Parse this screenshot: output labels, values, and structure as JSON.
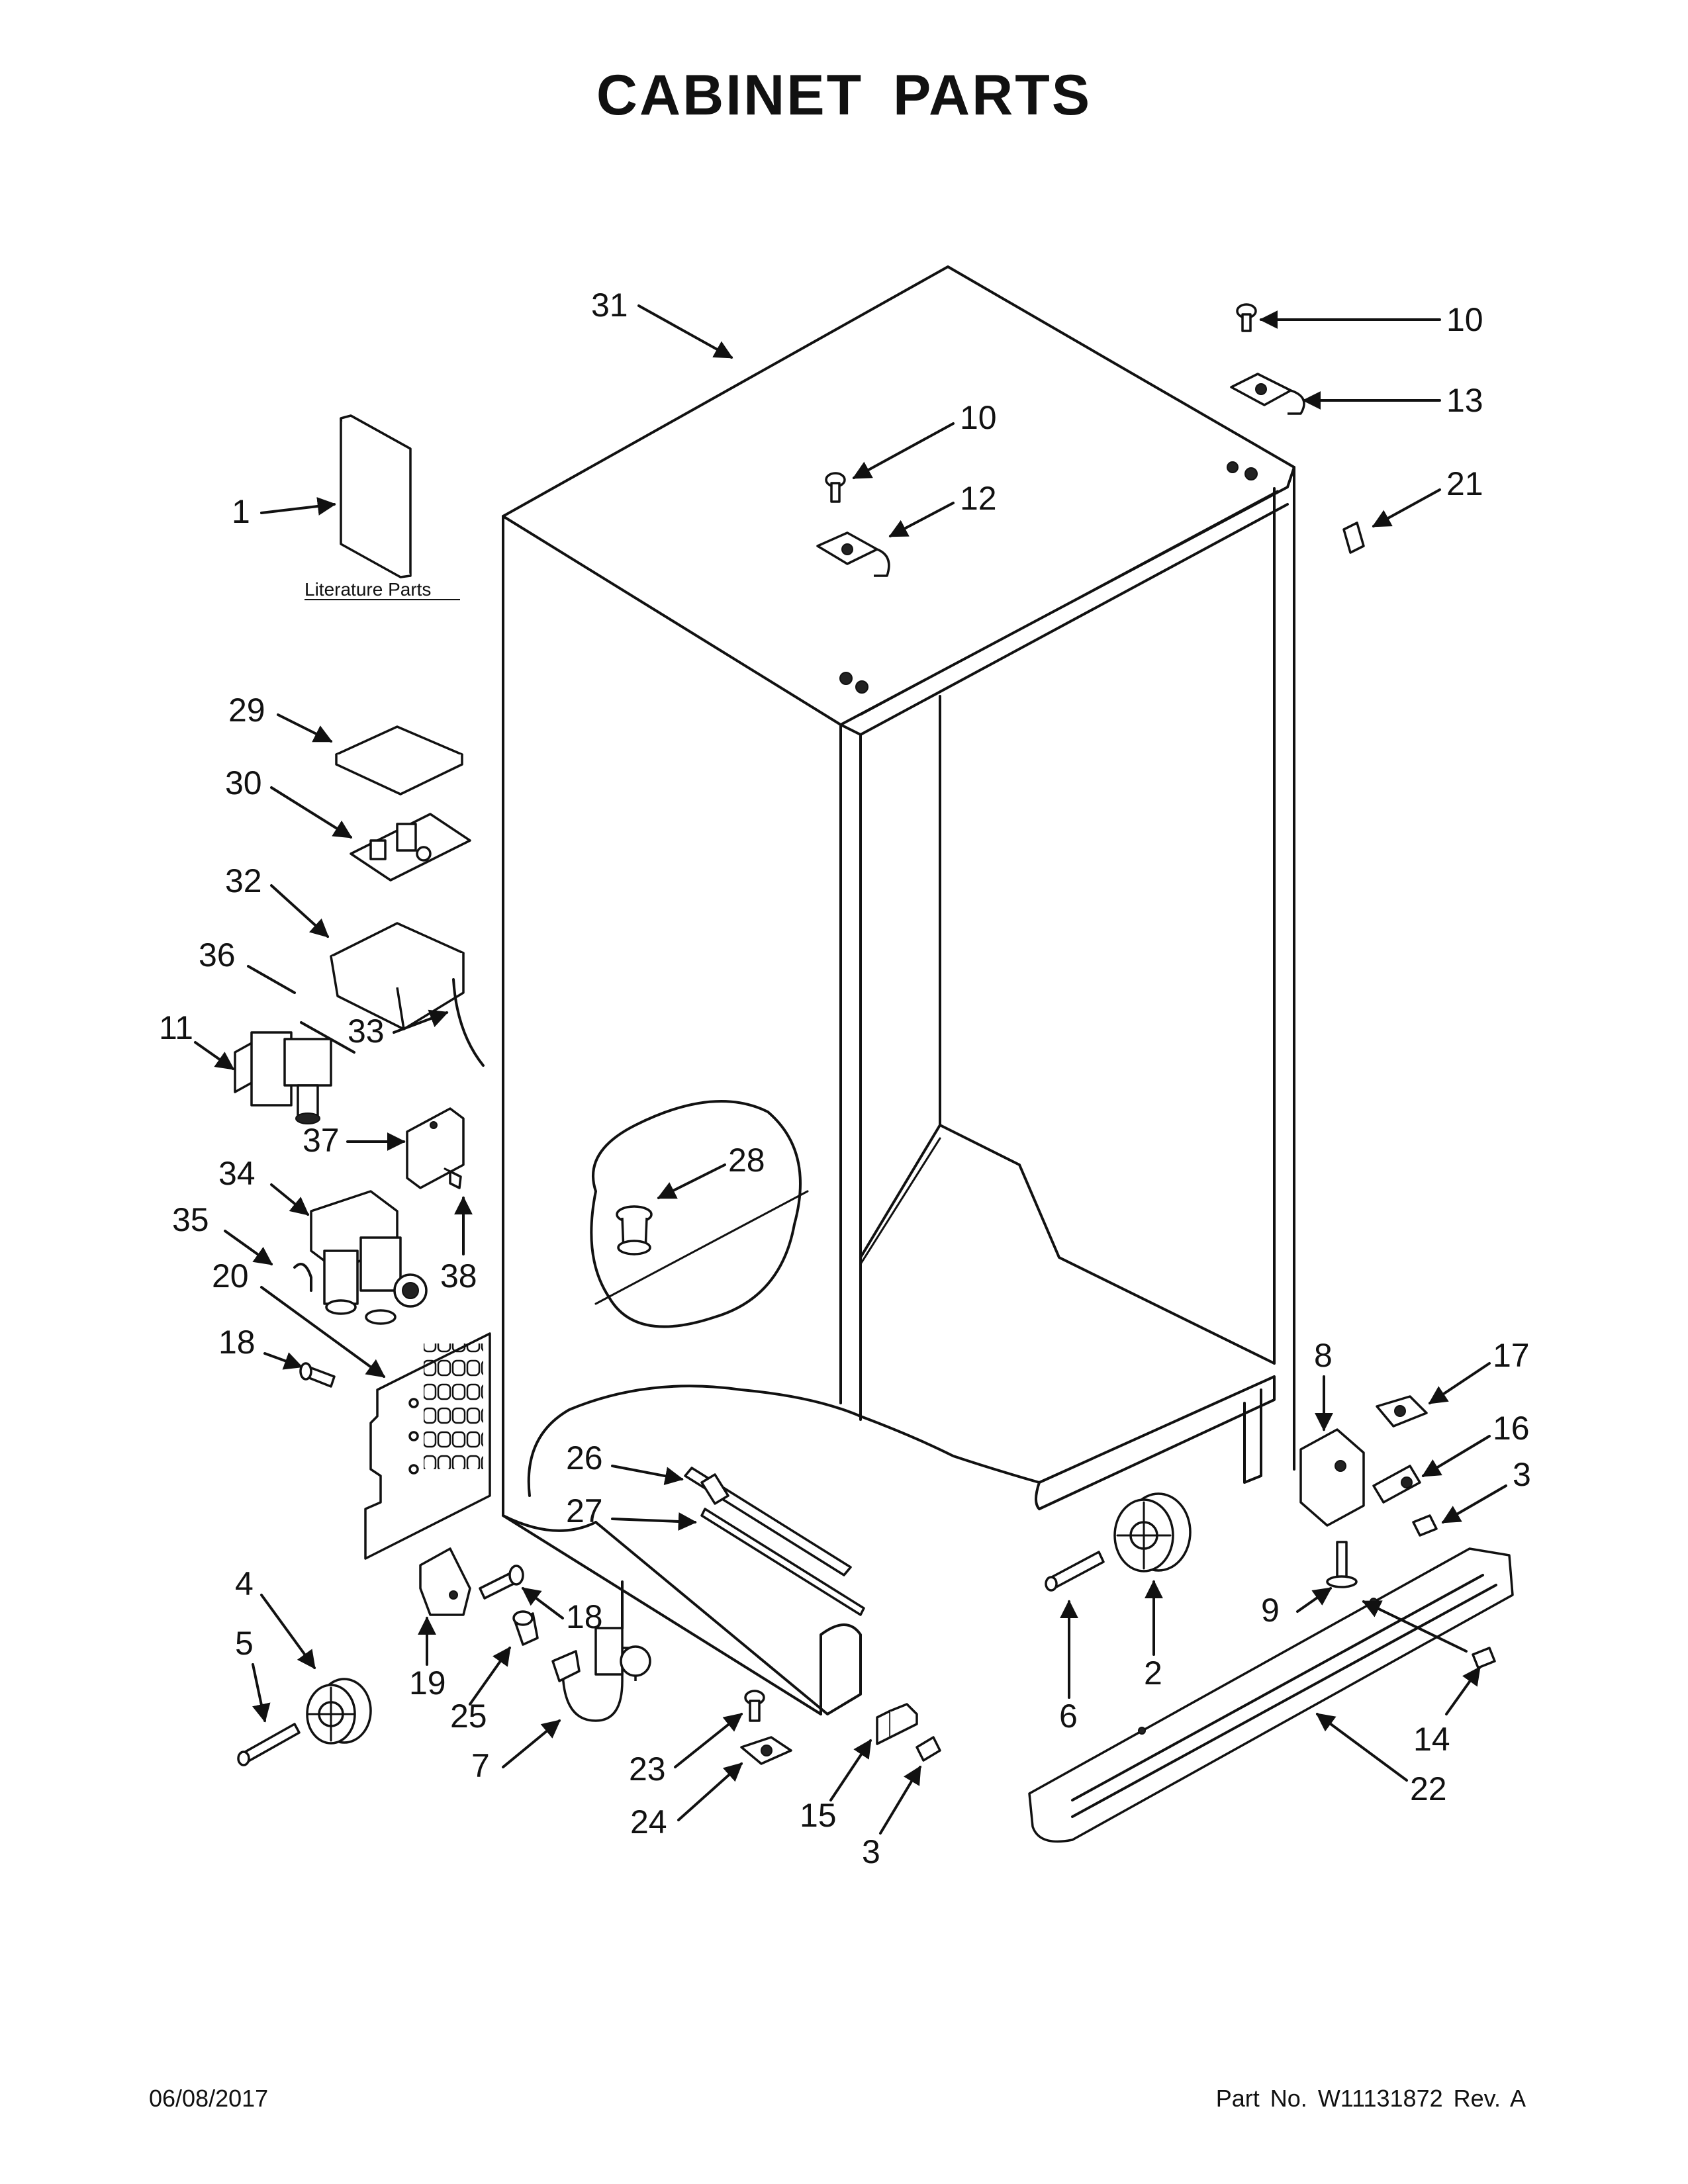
{
  "title": "CABINET PARTS",
  "footer": {
    "date": "06/08/2017",
    "part_number": "Part No.  W11131872  Rev.  A"
  },
  "literature_label": "Literature Parts",
  "callouts": [
    {
      "id": "c31",
      "label": "31"
    },
    {
      "id": "c10a",
      "label": "10"
    },
    {
      "id": "c13",
      "label": "13"
    },
    {
      "id": "c10b",
      "label": "10"
    },
    {
      "id": "c12",
      "label": "12"
    },
    {
      "id": "c21",
      "label": "21"
    },
    {
      "id": "c1",
      "label": "1"
    },
    {
      "id": "c29",
      "label": "29"
    },
    {
      "id": "c30",
      "label": "30"
    },
    {
      "id": "c32",
      "label": "32"
    },
    {
      "id": "c36",
      "label": "36"
    },
    {
      "id": "c11",
      "label": "11"
    },
    {
      "id": "c33",
      "label": "33"
    },
    {
      "id": "c37",
      "label": "37"
    },
    {
      "id": "c34",
      "label": "34"
    },
    {
      "id": "c35",
      "label": "35"
    },
    {
      "id": "c38",
      "label": "38"
    },
    {
      "id": "c20",
      "label": "20"
    },
    {
      "id": "c18a",
      "label": "18"
    },
    {
      "id": "c28",
      "label": "28"
    },
    {
      "id": "c26",
      "label": "26"
    },
    {
      "id": "c27",
      "label": "27"
    },
    {
      "id": "c8",
      "label": "8"
    },
    {
      "id": "c17",
      "label": "17"
    },
    {
      "id": "c16",
      "label": "16"
    },
    {
      "id": "c3a",
      "label": "3"
    },
    {
      "id": "c9",
      "label": "9"
    },
    {
      "id": "c4",
      "label": "4"
    },
    {
      "id": "c5",
      "label": "5"
    },
    {
      "id": "c18b",
      "label": "18"
    },
    {
      "id": "c19",
      "label": "19"
    },
    {
      "id": "c25",
      "label": "25"
    },
    {
      "id": "c7",
      "label": "7"
    },
    {
      "id": "c23",
      "label": "23"
    },
    {
      "id": "c24",
      "label": "24"
    },
    {
      "id": "c15",
      "label": "15"
    },
    {
      "id": "c3b",
      "label": "3"
    },
    {
      "id": "c6",
      "label": "6"
    },
    {
      "id": "c2",
      "label": "2"
    },
    {
      "id": "c14",
      "label": "14"
    },
    {
      "id": "c22",
      "label": "22"
    }
  ]
}
